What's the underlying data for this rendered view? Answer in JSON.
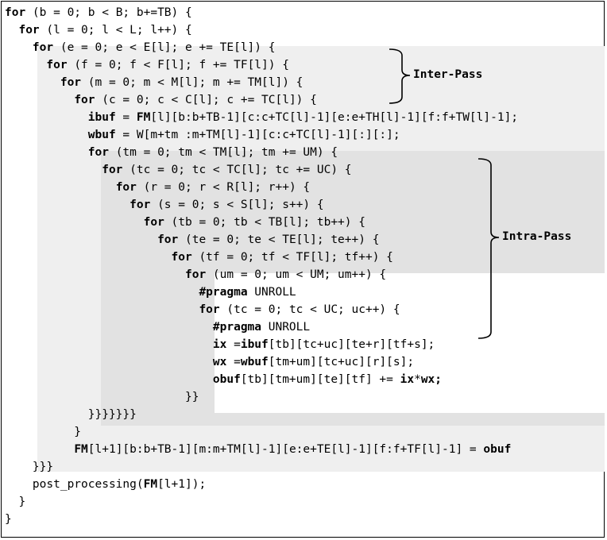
{
  "code": {
    "lines": [
      [
        {
          "t": "for",
          "b": true
        },
        {
          "t": " (b = 0; b < B; b+=TB) {"
        }
      ],
      [
        {
          "t": "  "
        },
        {
          "t": "for",
          "b": true
        },
        {
          "t": " (l = 0; l < L; l++) {"
        }
      ],
      [
        {
          "t": "    "
        },
        {
          "t": "for",
          "b": true
        },
        {
          "t": " (e = 0; e < E[l]; e += TE[l]) {"
        }
      ],
      [
        {
          "t": "      "
        },
        {
          "t": "for",
          "b": true
        },
        {
          "t": " (f = 0; f < F[l]; f += TF[l]) {"
        }
      ],
      [
        {
          "t": "        "
        },
        {
          "t": "for",
          "b": true
        },
        {
          "t": " (m = 0; m < M[l]; m += TM[l]) {"
        }
      ],
      [
        {
          "t": "          "
        },
        {
          "t": "for",
          "b": true
        },
        {
          "t": " (c = 0; c < C[l]; c += TC[l]) {"
        }
      ],
      [
        {
          "t": "            "
        },
        {
          "t": "ibuf",
          "b": true
        },
        {
          "t": " = "
        },
        {
          "t": "FM",
          "b": true
        },
        {
          "t": "[l][b:b+TB-1][c:c+TC[l]-1][e:e+TH[l]-1][f:f+TW[l]-1];"
        }
      ],
      [
        {
          "t": "            "
        },
        {
          "t": "wbuf",
          "b": true
        },
        {
          "t": " = W[m+tm :m+TM[l]-1][c:c+TC[l]-1][:][:];"
        }
      ],
      [
        {
          "t": "            "
        },
        {
          "t": "for",
          "b": true
        },
        {
          "t": " (tm = 0; tm < TM[l]; tm += UM) {"
        }
      ],
      [
        {
          "t": "              "
        },
        {
          "t": "for",
          "b": true
        },
        {
          "t": " (tc = 0; tc < TC[l]; tc += UC) {"
        }
      ],
      [
        {
          "t": "                "
        },
        {
          "t": "for",
          "b": true
        },
        {
          "t": " (r = 0; r < R[l]; r++) {"
        }
      ],
      [
        {
          "t": "                  "
        },
        {
          "t": "for",
          "b": true
        },
        {
          "t": " (s = 0; s < S[l]; s++) {"
        }
      ],
      [
        {
          "t": "                    "
        },
        {
          "t": "for",
          "b": true
        },
        {
          "t": " (tb = 0; tb < TB[l]; tb++) {"
        }
      ],
      [
        {
          "t": "                      "
        },
        {
          "t": "for",
          "b": true
        },
        {
          "t": " (te = 0; te < TE[l]; te++) {"
        }
      ],
      [
        {
          "t": "                        "
        },
        {
          "t": "for",
          "b": true
        },
        {
          "t": " (tf = 0; tf < TF[l]; tf++) {"
        }
      ],
      [
        {
          "t": "                          "
        },
        {
          "t": "for",
          "b": true
        },
        {
          "t": " (um = 0; um < UM; um++) {"
        }
      ],
      [
        {
          "t": "                            "
        },
        {
          "t": "#pragma",
          "b": true
        },
        {
          "t": " UNROLL"
        }
      ],
      [
        {
          "t": "                            "
        },
        {
          "t": "for",
          "b": true
        },
        {
          "t": " (tc = 0; tc < UC; uc++) {"
        }
      ],
      [
        {
          "t": "                              "
        },
        {
          "t": "#pragma",
          "b": true
        },
        {
          "t": " UNROLL"
        }
      ],
      [
        {
          "t": "                              "
        },
        {
          "t": "ix",
          "b": true
        },
        {
          "t": " ="
        },
        {
          "t": "ibuf",
          "b": true
        },
        {
          "t": "[tb][tc+uc][te+r][tf+s];"
        }
      ],
      [
        {
          "t": "                              "
        },
        {
          "t": "wx",
          "b": true
        },
        {
          "t": " ="
        },
        {
          "t": "wbuf",
          "b": true
        },
        {
          "t": "[tm+um][tc+uc][r][s];"
        }
      ],
      [
        {
          "t": "                              "
        },
        {
          "t": "obuf",
          "b": true
        },
        {
          "t": "[tb][tm+um][te][tf] += "
        },
        {
          "t": "ix",
          "b": true
        },
        {
          "t": "*"
        },
        {
          "t": "wx;",
          "b": true
        }
      ],
      [
        {
          "t": "                          }}"
        }
      ],
      [
        {
          "t": "            }}}}}}}"
        }
      ],
      [
        {
          "t": "          }"
        }
      ],
      [
        {
          "t": "          "
        },
        {
          "t": "FM",
          "b": true
        },
        {
          "t": "[l+1][b:b+TB-1][m:m+TM[l]-1][e:e+TE[l]-1][f:f+TF[l]-1] = "
        },
        {
          "t": "obuf",
          "b": true
        }
      ],
      [
        {
          "t": "    }}}"
        }
      ],
      [
        {
          "t": "    post_processing("
        },
        {
          "t": "FM",
          "b": true
        },
        {
          "t": "[l+1]);"
        }
      ],
      [
        {
          "t": "  }"
        }
      ],
      [
        {
          "t": "}"
        }
      ]
    ]
  },
  "labels": {
    "inter_pass": "Inter-Pass",
    "intra_pass": "Intra-Pass"
  },
  "colors": {
    "shade_outer": "#efefef",
    "shade_inner": "#e2e2e2",
    "text": "#000000"
  }
}
